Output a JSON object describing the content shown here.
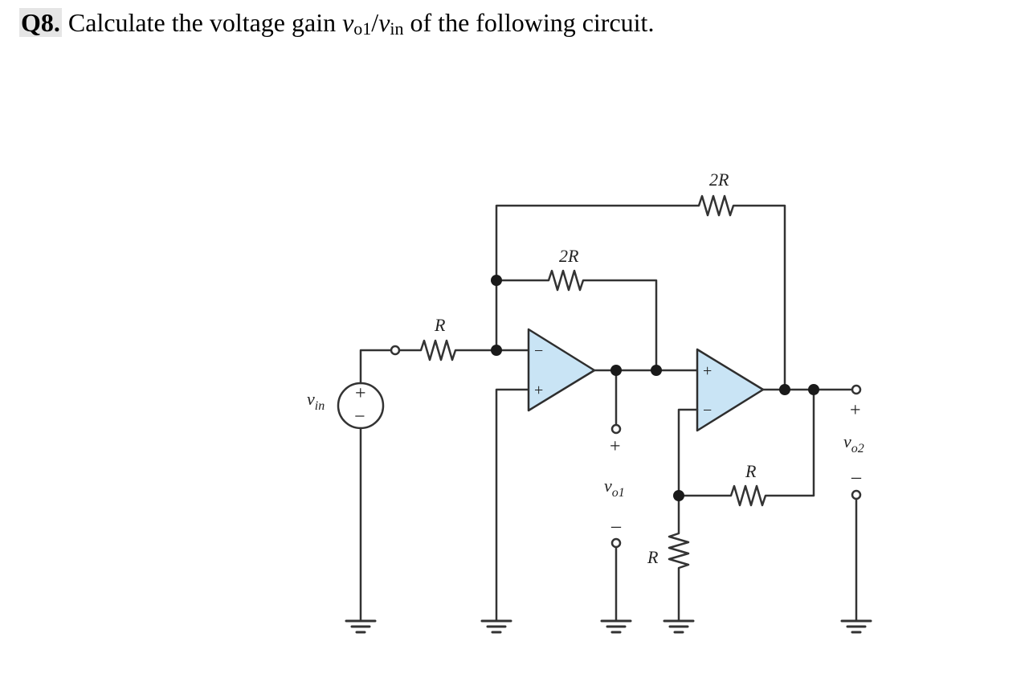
{
  "question": {
    "number": "Q8.",
    "text_before": "Calculate the voltage gain",
    "ratio_num_var": "v",
    "ratio_num_sub": "o1",
    "slash": "/",
    "ratio_den_var": "v",
    "ratio_den_sub": "in",
    "text_after": "of the following circuit."
  },
  "circuit": {
    "wire_color": "#333333",
    "opamp_fill": "#c9e4f5",
    "opamp_stroke": "#2e2e2e",
    "labels": {
      "r_in": "R",
      "r_fb1": "2R",
      "r_fb_top": "2R",
      "r_fb2": "R",
      "r_ground": "R",
      "vin_var": "v",
      "vin_sub": "in",
      "vo1_var": "v",
      "vo1_sub": "o1",
      "vo2_var": "v",
      "vo2_sub": "o2"
    },
    "signs": {
      "plus": "+",
      "minus": "−",
      "minus_short": "–"
    }
  }
}
